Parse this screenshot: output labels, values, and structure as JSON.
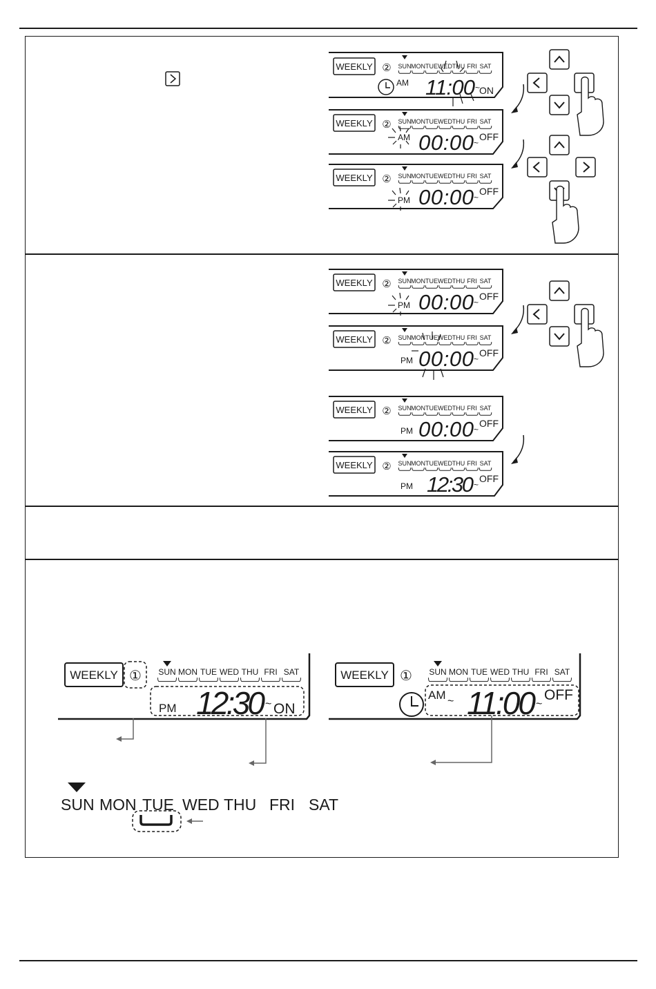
{
  "icons": {
    "right_key": "right-arrow-key-icon",
    "hand": "pointing-hand-icon",
    "clock": "clock-icon",
    "arrow": "curved-arrow-icon",
    "pointer": "leader-arrow-icon"
  },
  "colors": {
    "ink": "#1a1a1a",
    "leader": "#666666"
  },
  "lcd": {
    "weekly": "WEEKLY",
    "days": [
      "SUN",
      "MON",
      "TUE",
      "WED",
      "THU",
      "FRI",
      "SAT"
    ],
    "circled_1": "①",
    "circled_2": "②",
    "am": "AM",
    "pm": "PM",
    "on": "ON",
    "off": "OFF",
    "tilde": "~"
  },
  "section1": {
    "displays": [
      {
        "ampm": "AM",
        "time": "11:00",
        "state": "ON"
      },
      {
        "ampm": "AM",
        "time": "00:00",
        "state": "OFF"
      },
      {
        "ampm": "PM",
        "time": "00:00",
        "state": "OFF"
      }
    ]
  },
  "section2": {
    "displays": [
      {
        "ampm": "PM",
        "time": "00:00",
        "state": "OFF"
      },
      {
        "ampm": "PM",
        "time": "00:00",
        "state": "OFF"
      },
      {
        "ampm": "PM",
        "time": "00:00",
        "state": "OFF"
      },
      {
        "ampm": "PM",
        "time": "12:30",
        "state": "OFF"
      }
    ]
  },
  "section4": {
    "left_display": {
      "ampm": "PM",
      "time": "12:30",
      "state": "ON"
    },
    "right_display": {
      "ampm": "AM",
      "time": "11:00",
      "state": "OFF"
    }
  }
}
